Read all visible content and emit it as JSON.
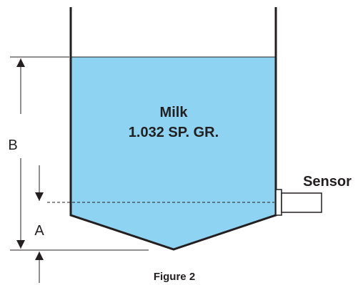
{
  "diagram": {
    "liquid_name": "Milk",
    "specific_gravity": "1.032 SP. GR.",
    "sensor_label": "Sensor",
    "dimension_a_label": "A",
    "dimension_b_label": "B",
    "caption": "Figure 2"
  },
  "colors": {
    "liquid": "#8fd3f2",
    "outline": "#231f20"
  }
}
